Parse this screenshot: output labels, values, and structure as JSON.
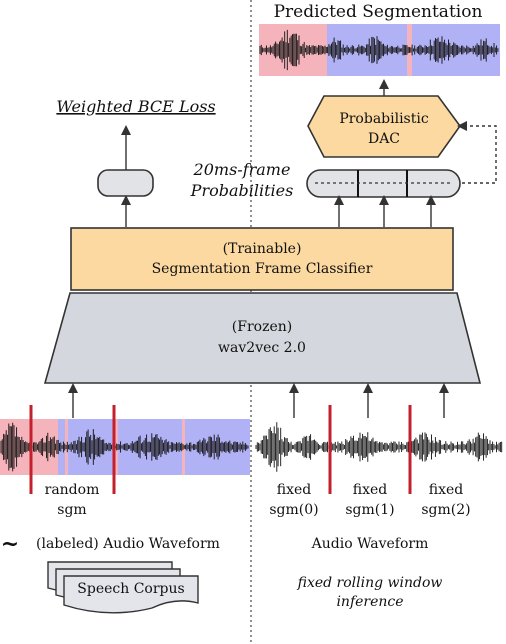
{
  "title_predicted": "Predicted Segmentation",
  "loss_label": "Weighted BCE Loss",
  "probabilities_label": {
    "line1": "20ms-frame",
    "line2": "Probabilities"
  },
  "dac_box": {
    "line1": "Probabilistic",
    "line2": "DAC"
  },
  "classifier_box": {
    "line1": "(Trainable)",
    "line2": "Segmentation Frame Classifier"
  },
  "wav2vec_box": {
    "line1": "(Frozen)",
    "line2": "wav2vec 2.0"
  },
  "left_side": {
    "random_sgm": {
      "line1": "random",
      "line2": "sgm"
    },
    "waveform_label": "(labeled) Audio Waveform",
    "tilde": "~",
    "corpus_label": "Speech Corpus"
  },
  "right_side": {
    "fixed_segments": [
      {
        "line1": "fixed",
        "line2": "sgm(0)"
      },
      {
        "line1": "fixed",
        "line2": "sgm(1)"
      },
      {
        "line1": "fixed",
        "line2": "sgm(2)"
      }
    ],
    "waveform_label": "Audio Waveform",
    "inference_label": {
      "line1": "fixed rolling window",
      "line2": "inference"
    }
  },
  "colors": {
    "classifier_fill": "#fbd9a0",
    "wav2vec_fill": "#d4d7dd",
    "segment_pink": "#f5b3bb",
    "segment_blue": "#b1b1f5",
    "segment_line": "#c41f2d"
  }
}
